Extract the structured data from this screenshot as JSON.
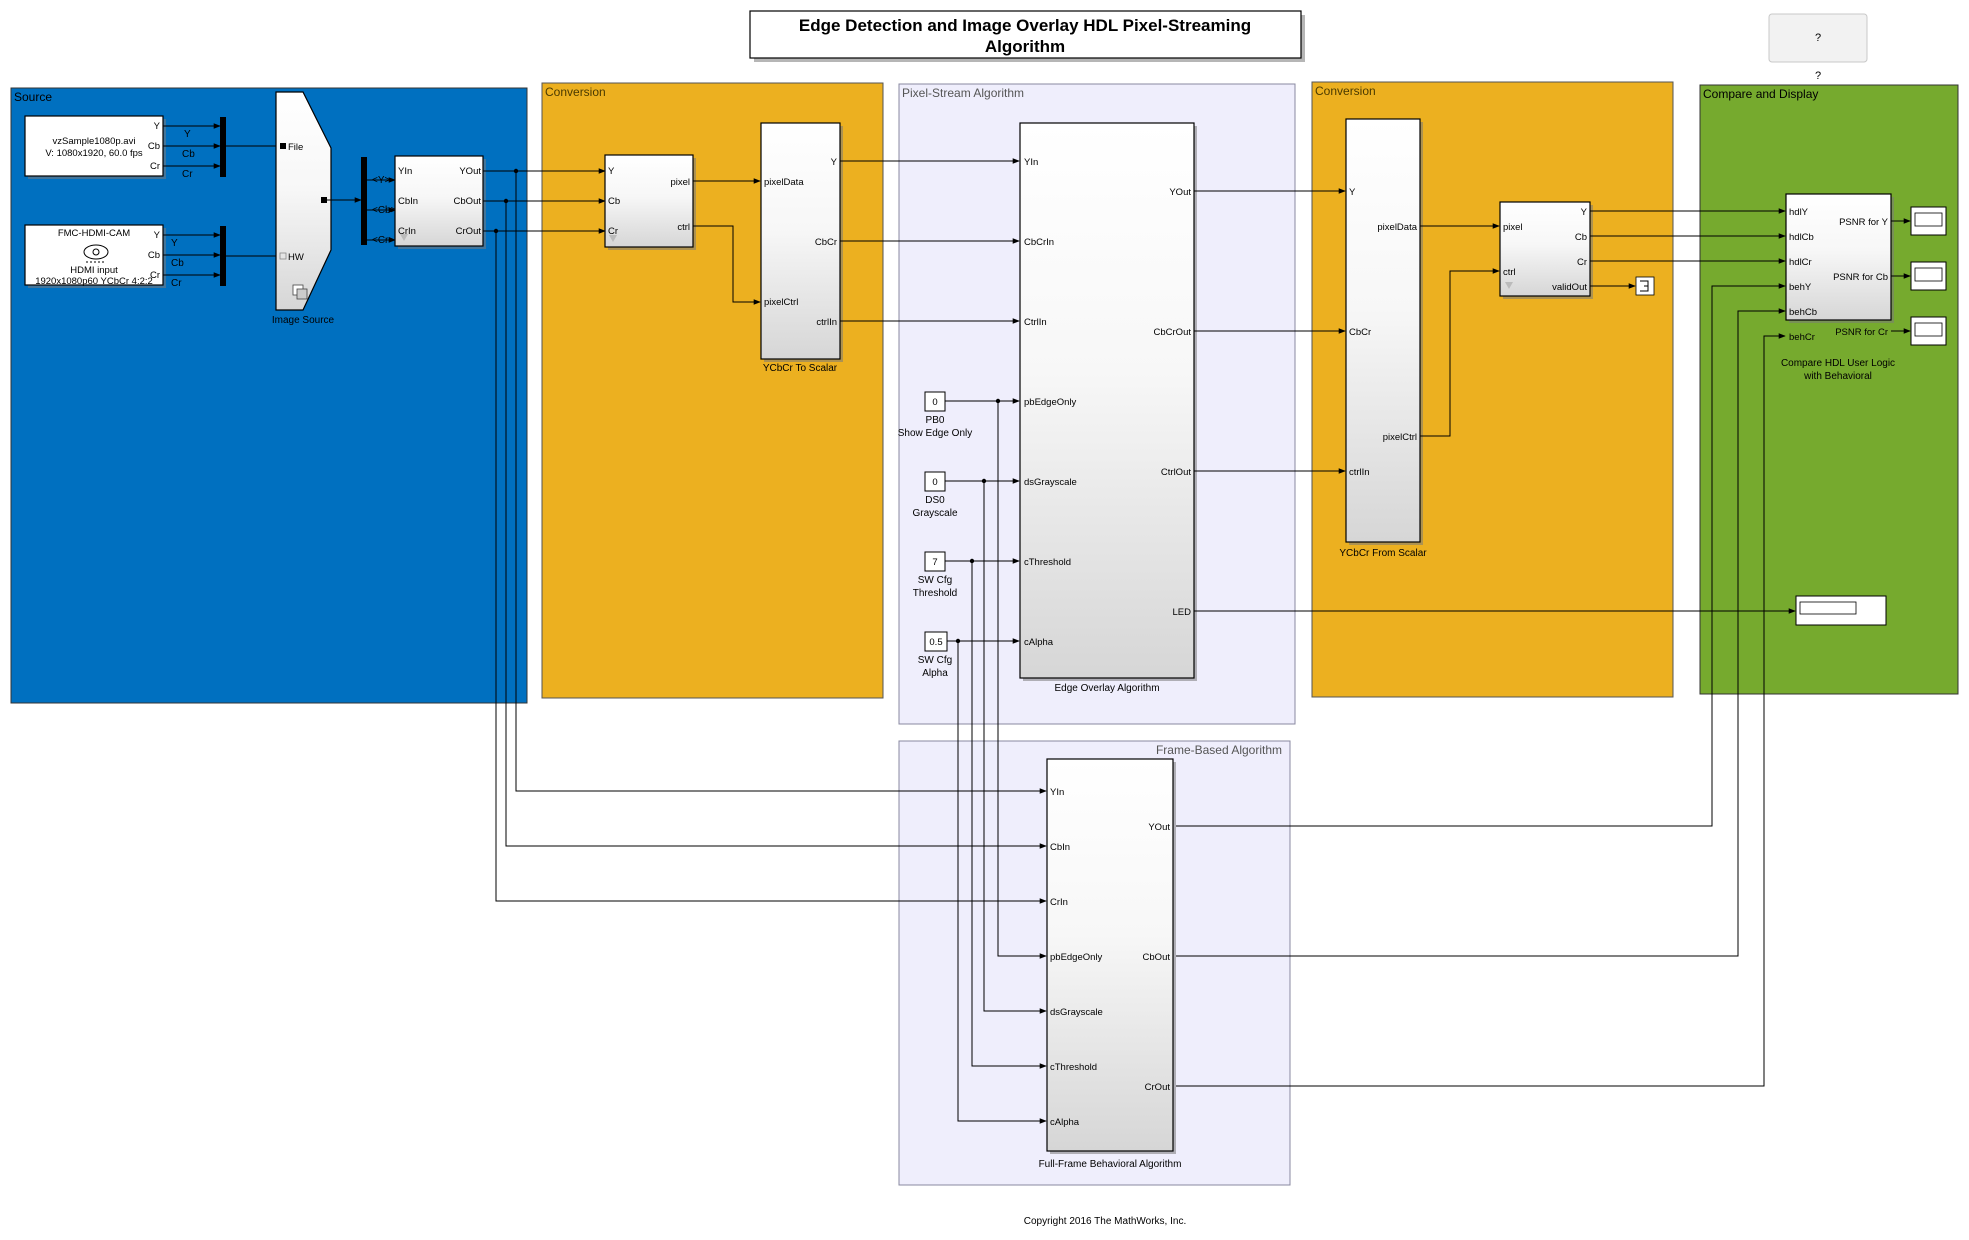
{
  "title": {
    "line1": "Edge Detection and Image Overlay HDL Pixel-Streaming",
    "line2": "Algorithm"
  },
  "help": {
    "button": "?",
    "label": "?"
  },
  "copyright": "Copyright 2016 The MathWorks, Inc.",
  "colors": {
    "source": "#0070c0",
    "conversion": "#ecb020",
    "pixel_stream": "#efeefc",
    "frame_based": "#efeefc",
    "compare": "#76aa2e",
    "hdmi_blue": "#0000cc"
  },
  "regions": {
    "source": "Source",
    "conversion1": "Conversion",
    "pixel_stream": "Pixel-Stream Algorithm",
    "conversion2": "Conversion",
    "compare": "Compare and Display",
    "frame_based": "Frame-Based Algorithm"
  },
  "file_block": {
    "name": "vzSample1080p.avi",
    "info": "V: 1080x1920, 60.0 fps",
    "ports": [
      "Y",
      "Cb",
      "Cr"
    ]
  },
  "hdmi_block": {
    "name": "FMC-HDMI-CAM",
    "line1": "HDMI input",
    "line2": "1920x1080p60 YCbCr 4:2:2",
    "ports": [
      "Y",
      "Cb",
      "Cr"
    ]
  },
  "source_signal_labels": [
    "Y",
    "Cb",
    "Cr"
  ],
  "image_source": {
    "caption": "Image Source",
    "file_port": "File",
    "hw_port": "HW"
  },
  "bus_selector_labels": [
    "<Y>",
    "<Cb>",
    "<Cr>"
  ],
  "io_block": {
    "inputs": [
      "YIn",
      "CbIn",
      "CrIn"
    ],
    "outputs": [
      "YOut",
      "CbOut",
      "CrOut"
    ]
  },
  "frame_to_pixels": {
    "inputs": [
      "Y",
      "Cb",
      "Cr"
    ],
    "outputs": [
      "pixel",
      "ctrl"
    ]
  },
  "ycbcr_to_scalar": {
    "caption": "YCbCr To Scalar",
    "inputs": [
      "pixelData",
      "pixelCtrl"
    ],
    "outputs": [
      "Y",
      "CbCr",
      "ctrlIn"
    ]
  },
  "edge_overlay": {
    "caption": "Edge Overlay Algorithm",
    "inputs": [
      "YIn",
      "CbCrIn",
      "CtrlIn",
      "pbEdgeOnly",
      "dsGrayscale",
      "cThreshold",
      "cAlpha"
    ],
    "outputs": [
      "YOut",
      "CbCrOut",
      "CtrlOut",
      "LED"
    ]
  },
  "constants": [
    {
      "value": "0",
      "line1": "PB0",
      "line2": "Show Edge Only"
    },
    {
      "value": "0",
      "line1": "DS0",
      "line2": "Grayscale"
    },
    {
      "value": "7",
      "line1": "SW Cfg",
      "line2": "Threshold"
    },
    {
      "value": "0.5",
      "line1": "SW Cfg",
      "line2": "Alpha"
    }
  ],
  "ycbcr_from_scalar": {
    "caption": "YCbCr From Scalar",
    "inputs": [
      "Y",
      "CbCr",
      "ctrlIn"
    ],
    "outputs": [
      "pixelData",
      "pixelCtrl"
    ]
  },
  "pixels_to_frame": {
    "inputs": [
      "pixel",
      "ctrl"
    ],
    "outputs": [
      "Y",
      "Cb",
      "Cr",
      "validOut"
    ]
  },
  "compare": {
    "caption_line1": "Compare HDL User Logic",
    "caption_line2": "with Behavioral",
    "inputs": [
      "hdlY",
      "hdlCb",
      "hdlCr",
      "behY",
      "behCb",
      "behCr"
    ],
    "outputs": [
      "PSNR for Y",
      "PSNR for Cb",
      "PSNR for Cr"
    ]
  },
  "behavioral": {
    "caption": "Full-Frame Behavioral Algorithm",
    "inputs": [
      "YIn",
      "CbIn",
      "CrIn",
      "pbEdgeOnly",
      "dsGrayscale",
      "cThreshold",
      "cAlpha"
    ],
    "outputs": [
      "YOut",
      "CbOut",
      "CrOut"
    ]
  }
}
